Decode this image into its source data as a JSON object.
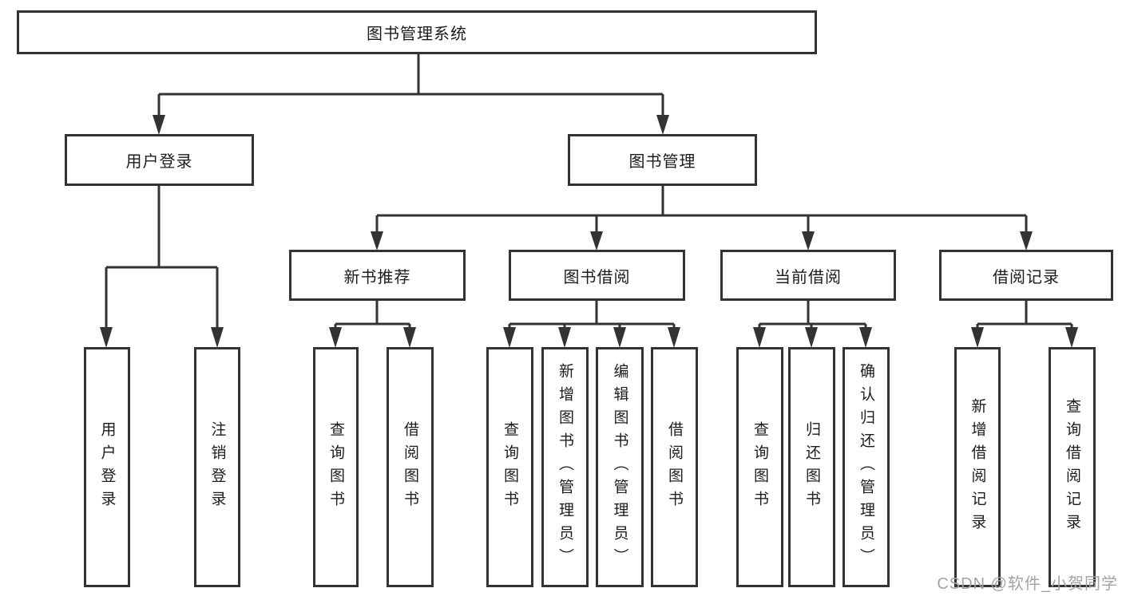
{
  "diagram": {
    "type": "hierarchy",
    "root": "图书管理系统",
    "level2": [
      {
        "label": "用户登录"
      },
      {
        "label": "图书管理"
      }
    ],
    "level3": [
      {
        "label": "新书推荐",
        "parent": "图书管理"
      },
      {
        "label": "图书借阅",
        "parent": "图书管理"
      },
      {
        "label": "当前借阅",
        "parent": "图书管理"
      },
      {
        "label": "借阅记录",
        "parent": "图书管理"
      }
    ],
    "leaves": [
      {
        "label": "用户登录",
        "parent": "用户登录"
      },
      {
        "label": "注销登录",
        "parent": "用户登录"
      },
      {
        "label": "查询图书",
        "parent": "新书推荐"
      },
      {
        "label": "借阅图书",
        "parent": "新书推荐"
      },
      {
        "label": "查询图书",
        "parent": "图书借阅"
      },
      {
        "label": "新增图书（管理员）",
        "parent": "图书借阅"
      },
      {
        "label": "编辑图书（管理员）",
        "parent": "图书借阅"
      },
      {
        "label": "借阅图书",
        "parent": "图书借阅"
      },
      {
        "label": "查询图书",
        "parent": "当前借阅"
      },
      {
        "label": "归还图书",
        "parent": "当前借阅"
      },
      {
        "label": "确认归还（管理员）",
        "parent": "当前借阅"
      },
      {
        "label": "新增借阅记录",
        "parent": "借阅记录"
      },
      {
        "label": "查询借阅记录",
        "parent": "借阅记录"
      }
    ]
  },
  "watermark": {
    "text": "CSDN @软件_小贺同学"
  },
  "colors": {
    "line": "#333333",
    "box_border": "#333333",
    "box_fill": "#ffffff",
    "text": "#1c1c1c",
    "watermark": "#a3a3a3",
    "background": "#ffffff"
  }
}
